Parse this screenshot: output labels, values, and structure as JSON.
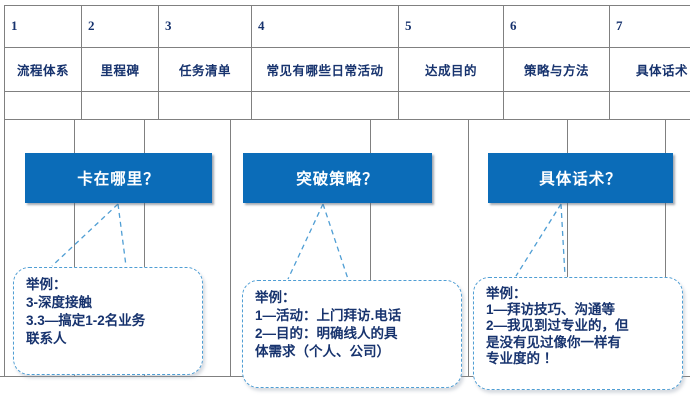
{
  "table": {
    "numbers": [
      "1",
      "2",
      "3",
      "4",
      "5",
      "6",
      "7"
    ],
    "labels": [
      "流程体系",
      "里程碑",
      "任务清单",
      "常见有哪些日常活动",
      "达成目的",
      "策略与方法",
      "具体话术"
    ]
  },
  "boxes": [
    {
      "label": "卡在哪里？"
    },
    {
      "label": "突破策略？"
    },
    {
      "label": "具体话术？"
    }
  ],
  "callouts": [
    {
      "lines": [
        "举例：",
        "3-深度接触",
        "3.3—搞定1-2名业务",
        "联系人"
      ]
    },
    {
      "lines": [
        "举例：",
        "1—活动：上门拜访.电话",
        "2—目的：明确线人的具",
        "体需求（个人、公司）"
      ]
    },
    {
      "lines": [
        "举例：",
        "1—拜访技巧、沟通等",
        "2—我见到过专业的，但",
        "是没有见过像你一样有",
        "专业度的 ！"
      ]
    }
  ],
  "colors": {
    "accent_blue": "#0B6CB8",
    "text_navy": "#17336e",
    "grid_gray": "#808080",
    "dashed_blue": "#4f9ed4"
  }
}
